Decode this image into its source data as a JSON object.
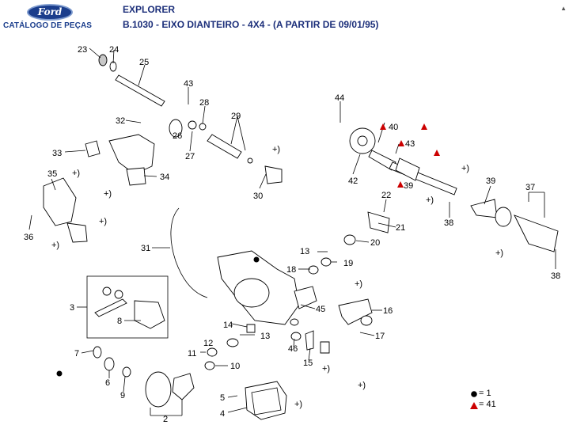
{
  "header": {
    "logo_text": "Ford",
    "catalog_label": "CATÁLOGO DE PEÇAS",
    "vehicle": "EXPLORER",
    "section_title": "B.1030 - EIXO DIANTEIRO - 4X4 - (A PARTIR DE 09/01/95)"
  },
  "callouts": [
    "23",
    "24",
    "25",
    "43",
    "32",
    "28",
    "26",
    "29",
    "27",
    "33",
    "34",
    "30",
    "35",
    "36",
    "44",
    "40",
    "43",
    "42",
    "39",
    "22",
    "38",
    "39",
    "37",
    "21",
    "20",
    "13",
    "19",
    "31",
    "18",
    "3",
    "8",
    "45",
    "16",
    "14",
    "13",
    "12",
    "46",
    "17",
    "15",
    "11",
    "10",
    "7",
    "6",
    "9",
    "5",
    "2",
    "4",
    "38"
  ],
  "markers": {
    "plus": "+)",
    "dot": "●",
    "triangle": "▲"
  },
  "legend": {
    "dot_text": "= 1",
    "triangle_text": "= 41",
    "dot_color": "#000000",
    "triangle_color": "#cc0000"
  },
  "colors": {
    "title": "#1c2f7a",
    "brand": "#1a3d8c"
  }
}
